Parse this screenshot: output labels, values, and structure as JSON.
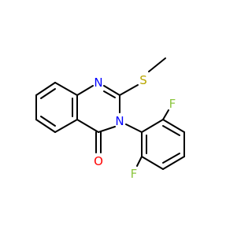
{
  "molecule": {
    "atoms": {
      "n1": "N",
      "s": "S",
      "n3": "N",
      "o": "O",
      "f_top": "F",
      "f_bottom": "F"
    },
    "colors": {
      "bond": "#000000",
      "nitrogen": "#0000ff",
      "sulfur": "#b8a600",
      "oxygen": "#ff0000",
      "fluorine": "#8cc63f"
    }
  }
}
